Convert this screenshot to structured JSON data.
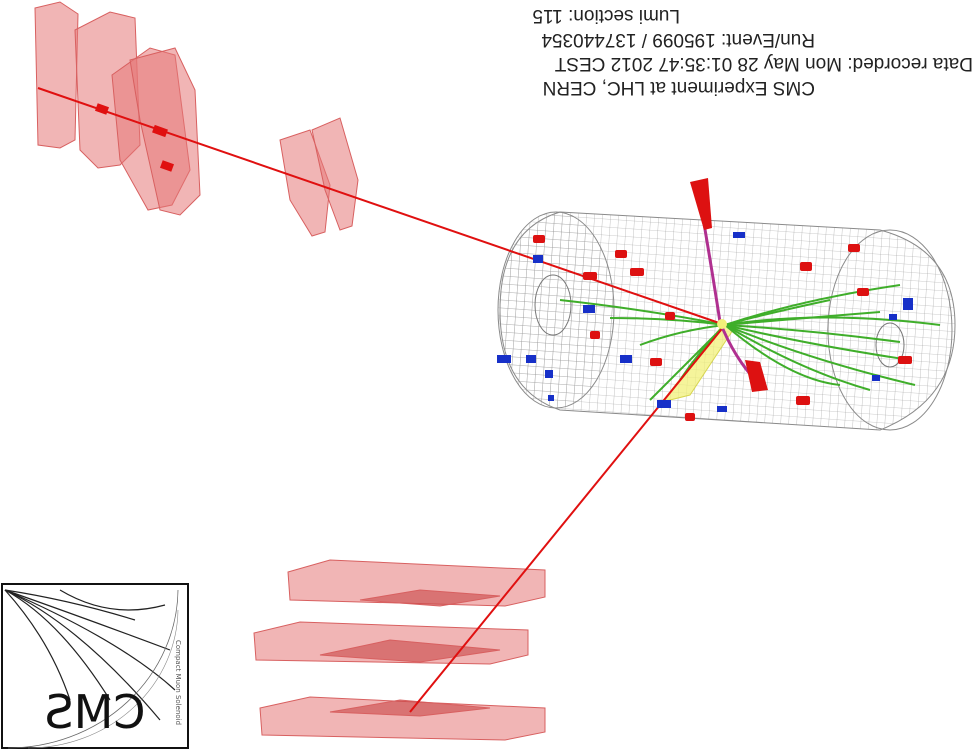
{
  "info": {
    "line1": "CMS Experiment at LHC, CERN",
    "line2": "Data recorded: Mon May 28 01:35:47 2012 CEST",
    "line3": "Run/Event: 195099 / 137440354",
    "line4": "Lumi section: 115"
  },
  "logo": {
    "text": "CMS",
    "small_text": "Compact Muon Solenoid"
  },
  "colors": {
    "muon_track": "#e01010",
    "muon_chamber": "#e57878",
    "tracks": "#3fae2a",
    "hcal": "#dd1111",
    "ecal": "#1730c8",
    "jet_cone": "#f1f07a",
    "mesh": "#9a9a9a"
  }
}
